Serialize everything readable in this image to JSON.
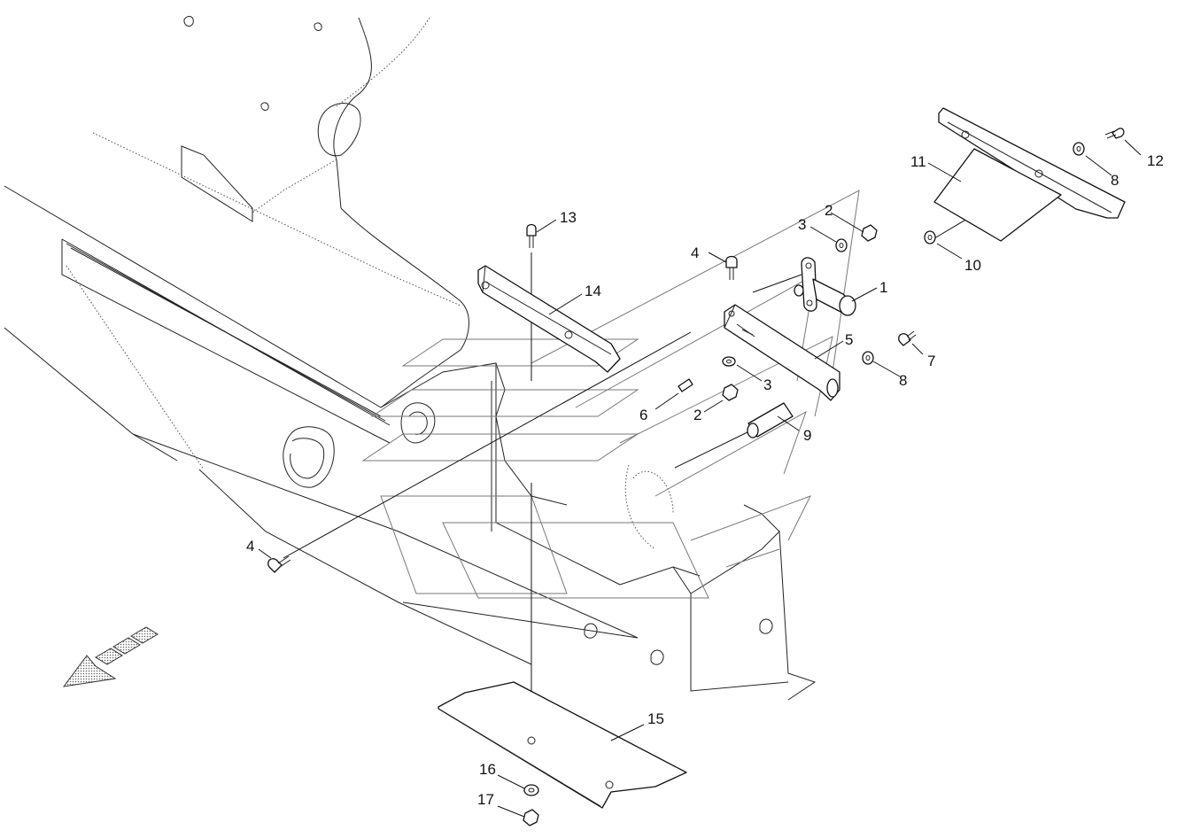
{
  "callouts": [
    {
      "id": "c1",
      "text": "1"
    },
    {
      "id": "c2a",
      "text": "2"
    },
    {
      "id": "c2b",
      "text": "2"
    },
    {
      "id": "c3a",
      "text": "3"
    },
    {
      "id": "c3b",
      "text": "3"
    },
    {
      "id": "c4a",
      "text": "4"
    },
    {
      "id": "c4b",
      "text": "4"
    },
    {
      "id": "c5",
      "text": "5"
    },
    {
      "id": "c6",
      "text": "6"
    },
    {
      "id": "c7",
      "text": "7"
    },
    {
      "id": "c8a",
      "text": "8"
    },
    {
      "id": "c8b",
      "text": "8"
    },
    {
      "id": "c9",
      "text": "9"
    },
    {
      "id": "c10",
      "text": "10"
    },
    {
      "id": "c11",
      "text": "11"
    },
    {
      "id": "c12",
      "text": "12"
    },
    {
      "id": "c13",
      "text": "13"
    },
    {
      "id": "c14",
      "text": "14"
    },
    {
      "id": "c15",
      "text": "15"
    },
    {
      "id": "c16",
      "text": "16"
    },
    {
      "id": "c17",
      "text": "17"
    }
  ],
  "colors": {
    "line": "#111111",
    "hatch": "#888888",
    "background": "#ffffff"
  },
  "icons": [
    "direction-arrow-icon"
  ]
}
